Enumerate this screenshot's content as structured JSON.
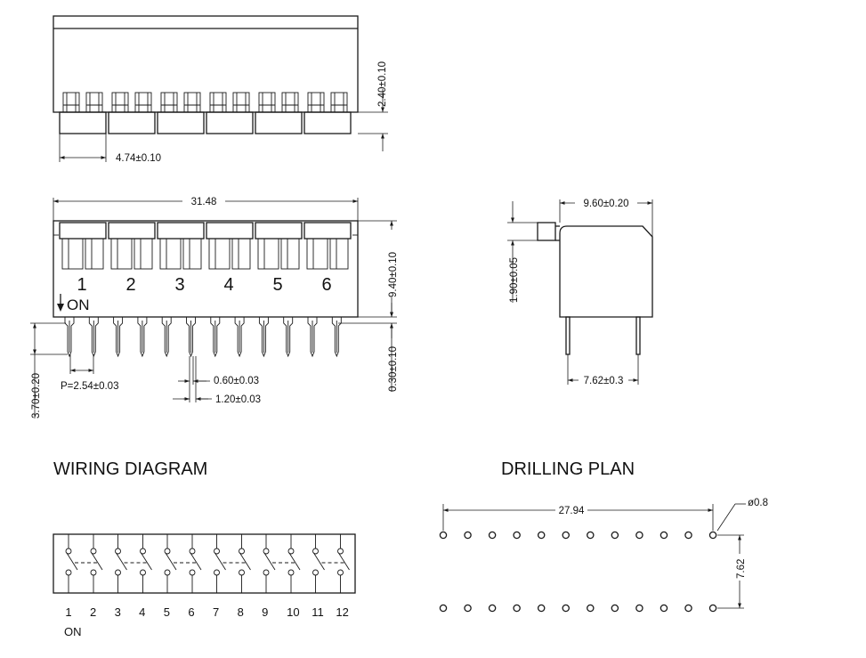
{
  "top_view": {
    "dim_height": "2.40±0.10",
    "dim_width": "4.74±0.10"
  },
  "front_view": {
    "dim_length": "31.48",
    "dim_height": "9.40±0.10",
    "dim_standoff": "0.30±0.10",
    "dim_pin_length": "3.70±0.20",
    "dim_pitch": "P=2.54±0.03",
    "dim_pin_width": "0.60±0.03",
    "dim_pin_span": "1.20±0.03",
    "switch_numbers": [
      "1",
      "2",
      "3",
      "4",
      "5",
      "6"
    ],
    "on_label": "ON"
  },
  "side_view": {
    "dim_width": "9.60±0.20",
    "dim_actuator": "1.90±0.05",
    "dim_row_spacing": "7.62±0.3"
  },
  "wiring": {
    "title": "WIRING DIAGRAM",
    "pin_numbers": [
      "1",
      "2",
      "3",
      "4",
      "5",
      "6",
      "7",
      "8",
      "9",
      "10",
      "11",
      "12"
    ],
    "on_label": "ON"
  },
  "drilling": {
    "title": "DRILLING PLAN",
    "dim_length": "27.94",
    "dim_hole": "ø0.8",
    "dim_row_spacing": "7.62"
  }
}
